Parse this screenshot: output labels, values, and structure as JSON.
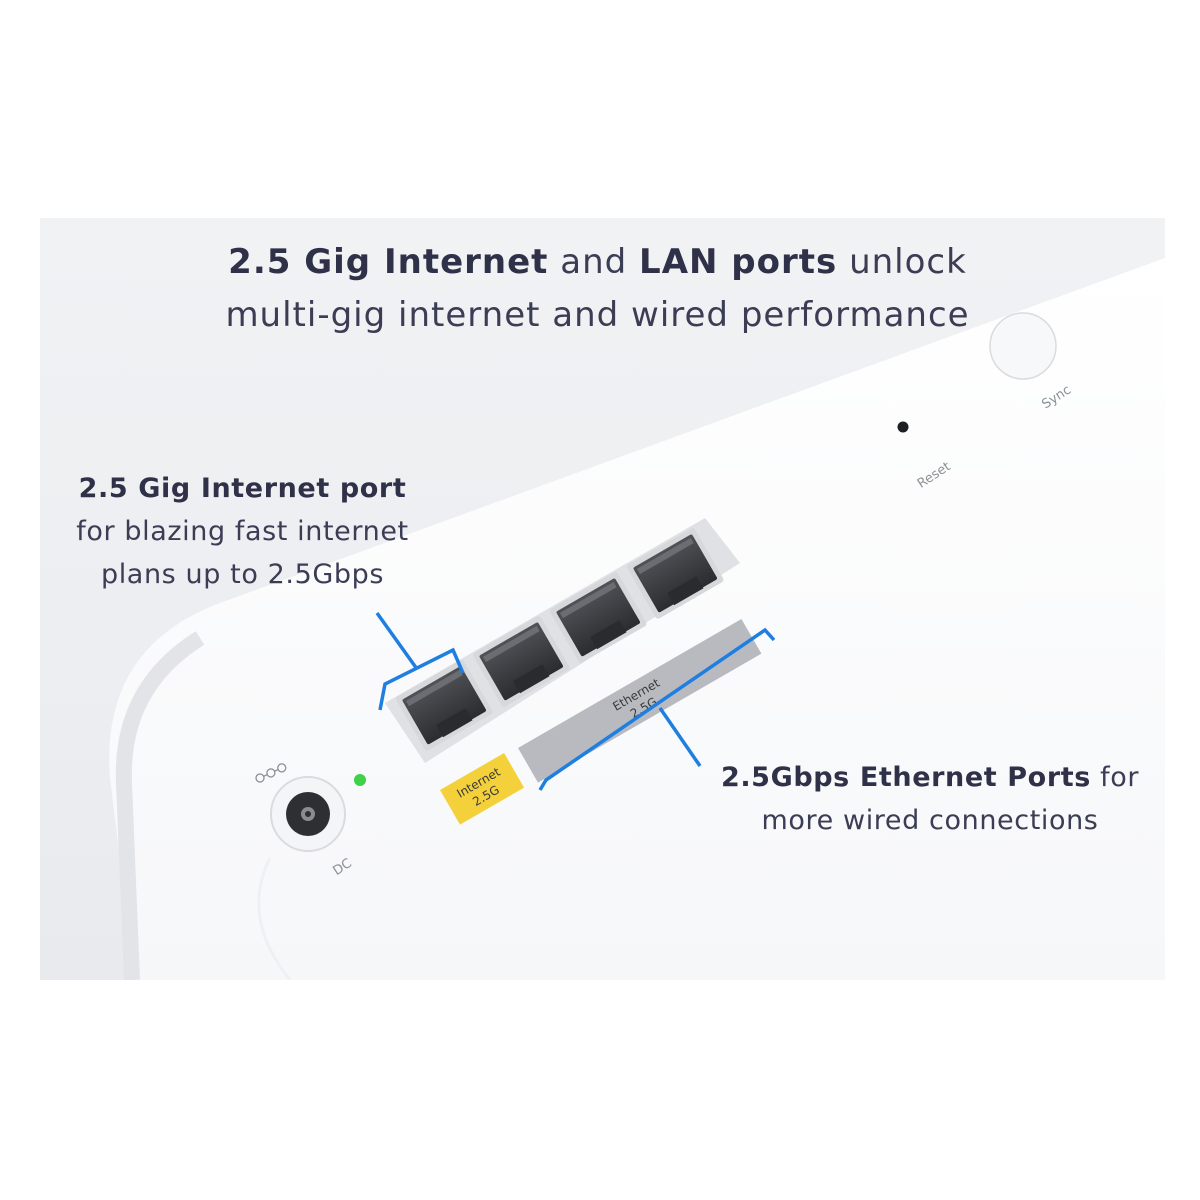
{
  "headline": {
    "line1_bold_a": "2.5 Gig Internet",
    "line1_mid": " and ",
    "line1_bold_b": "LAN ports",
    "line1_tail": " unlock",
    "line2": "multi-gig internet and wired performance"
  },
  "internet_callout": {
    "title": "2.5 Gig Internet port",
    "line2": "for blazing fast internet",
    "line3": "plans up to 2.5Gbps"
  },
  "ethernet_callout": {
    "title": "2.5Gbps Ethernet Ports",
    "title_tail": " for",
    "line2": "more wired connections"
  },
  "device": {
    "sync_label": "Sync",
    "reset_label": "Reset",
    "dc_label": "DC",
    "internet_port_label": "Internet",
    "internet_port_speed": "2.5G",
    "ethernet_ports_label": "Ethernet",
    "ethernet_ports_speed": "2.5G",
    "ethernet_port_count": 3,
    "power_led": "on"
  },
  "colors": {
    "headline_text": "#3b3d55",
    "bracket_blue": "#1f7fe0",
    "internet_tag": "#f4d13a",
    "ethernet_tag": "#b8bac0",
    "led_green": "#3fd14a"
  }
}
